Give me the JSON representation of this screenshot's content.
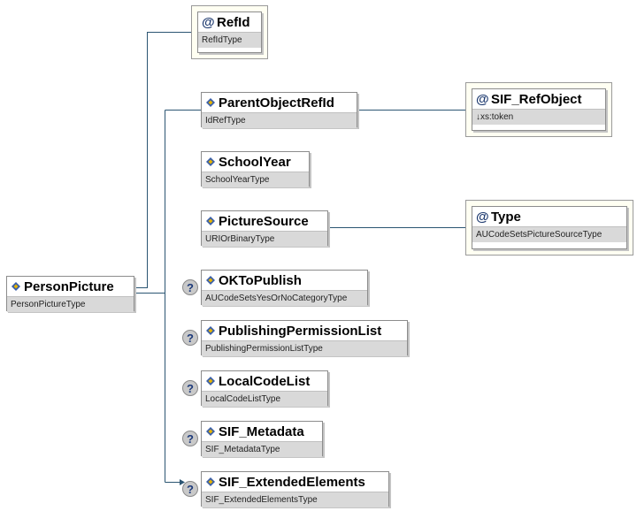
{
  "root": {
    "name": "PersonPicture",
    "type": "PersonPictureType"
  },
  "children": [
    {
      "id": "refid",
      "name": "RefId",
      "type": "RefIdType",
      "kind": "attribute",
      "optional": false
    },
    {
      "id": "parentobjectrefid",
      "name": "ParentObjectRefId",
      "type": "IdRefType",
      "kind": "element",
      "optional": false
    },
    {
      "id": "schoolyear",
      "name": "SchoolYear",
      "type": "SchoolYearType",
      "kind": "element",
      "optional": false
    },
    {
      "id": "picturesource",
      "name": "PictureSource",
      "type": "URIOrBinaryType",
      "kind": "element",
      "optional": false
    },
    {
      "id": "oktopublish",
      "name": "OKToPublish",
      "type": "AUCodeSetsYesOrNoCategoryType",
      "kind": "element",
      "optional": true
    },
    {
      "id": "publishingpermissionlist",
      "name": "PublishingPermissionList",
      "type": "PublishingPermissionListType",
      "kind": "element",
      "optional": true
    },
    {
      "id": "localcodelist",
      "name": "LocalCodeList",
      "type": "LocalCodeListType",
      "kind": "element",
      "optional": true
    },
    {
      "id": "sif_metadata",
      "name": "SIF_Metadata",
      "type": "SIF_MetadataType",
      "kind": "element",
      "optional": true
    },
    {
      "id": "sif_extendedelements",
      "name": "SIF_ExtendedElements",
      "type": "SIF_ExtendedElementsType",
      "kind": "element",
      "optional": true
    }
  ],
  "attributes": [
    {
      "id": "sif_refobject",
      "name": "SIF_RefObject",
      "type": "↓xs:token",
      "parent": "ParentObjectRefId"
    },
    {
      "id": "type",
      "name": "Type",
      "type": "AUCodeSetsPictureSourceType",
      "parent": "PictureSource"
    }
  ],
  "optional_marker": "?",
  "attribute_marker": "@",
  "colors": {
    "connector": "#2b5572",
    "type_bar": "#d9d9d9",
    "attribute_bg": "#fffff2",
    "icon_blue": "#3a5fa8",
    "icon_yellow": "#e6b400"
  }
}
